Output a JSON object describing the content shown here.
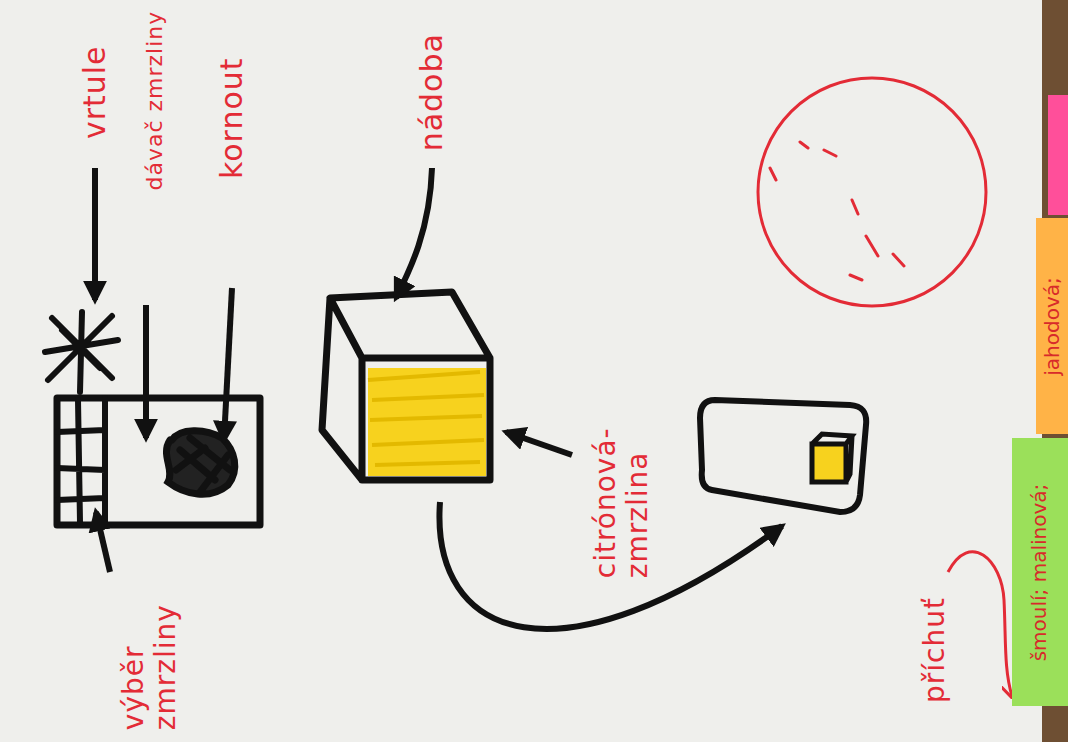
{
  "diagram": {
    "nodes": [
      {
        "text": [
          "šmoulí; malinová;"
        ]
      },
      {
        "text": [
          "jahodová;"
        ]
      }
    ],
    "labels": [
      "vrtule",
      "dávač zmrzliny",
      "kornout",
      "výběr zmrzliny",
      "nádoba",
      "citrónová- zmrzlina",
      "příchuť"
    ]
  }
}
